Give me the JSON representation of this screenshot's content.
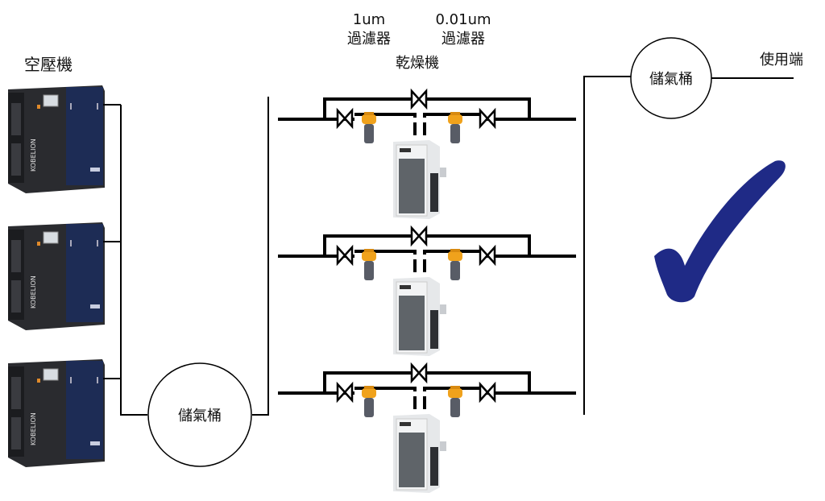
{
  "labels": {
    "compressor": "空壓機",
    "filter1_size": "1um",
    "filter1_name": "過濾器",
    "filter2_size": "0.01um",
    "filter2_name": "過濾器",
    "dryer": "乾燥機",
    "receiver_left": "儲氣桶",
    "receiver_right": "儲氣桶",
    "end_use": "使用端"
  },
  "compressor_brand": "KOBELION",
  "colors": {
    "pipe": "#000000",
    "check": "#1f2a86",
    "compressor_blue": "#1d2c55",
    "compressor_dark": "#26272b",
    "filter": "#f0a21c"
  },
  "icons": {
    "approval": "check-mark-icon"
  }
}
